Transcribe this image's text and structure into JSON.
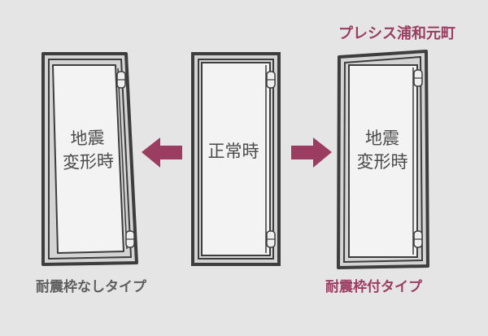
{
  "brand": "プレシス浦和元町",
  "panels": {
    "left": {
      "text_line1": "地震",
      "text_line2": "変形時",
      "caption": "耐震枠なしタイプ"
    },
    "center": {
      "text": "正常時"
    },
    "right": {
      "text_line1": "地震",
      "text_line2": "変形時",
      "caption": "耐震枠付タイプ"
    }
  },
  "colors": {
    "background": "#e5e5e5",
    "frame": "#3d3d3d",
    "panel_fill": "#f3f3f3",
    "accent": "#9a3d60",
    "caption_gray": "#5e5e5e",
    "text": "#4a4a4a"
  }
}
